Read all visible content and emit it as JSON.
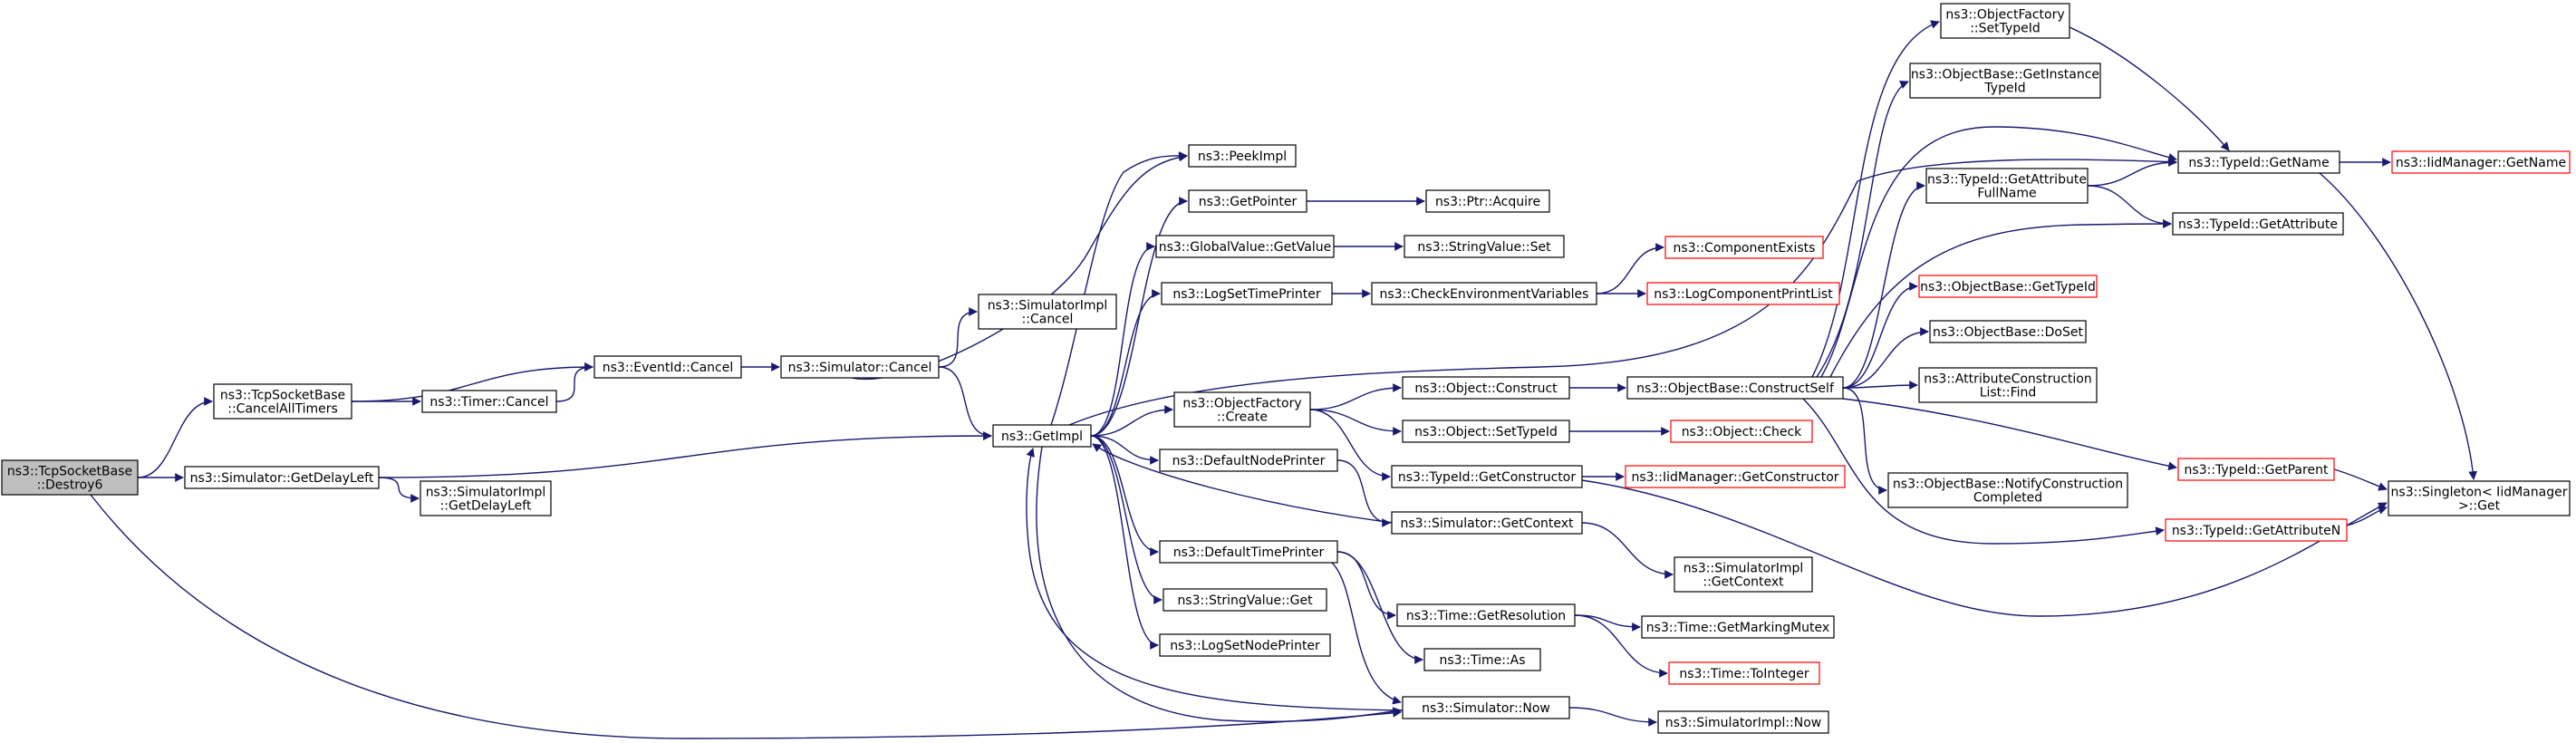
{
  "nodes": [
    {
      "id": "destroy6",
      "lines": [
        "ns3::TcpSocketBase",
        "::Destroy6"
      ],
      "style": "root"
    },
    {
      "id": "cancelalltimers",
      "lines": [
        "ns3::TcpSocketBase",
        "::CancelAllTimers"
      ],
      "style": "black"
    },
    {
      "id": "getdelayleft",
      "lines": [
        "ns3::Simulator::GetDelayLeft"
      ],
      "style": "black"
    },
    {
      "id": "eventidcancel",
      "lines": [
        "ns3::EventId::Cancel"
      ],
      "style": "black"
    },
    {
      "id": "timercancel",
      "lines": [
        "ns3::Timer::Cancel"
      ],
      "style": "black"
    },
    {
      "id": "simcancel",
      "lines": [
        "ns3::Simulator::Cancel"
      ],
      "style": "black"
    },
    {
      "id": "simimplcancel",
      "lines": [
        "ns3::SimulatorImpl",
        "::Cancel"
      ],
      "style": "black"
    },
    {
      "id": "getimpl",
      "lines": [
        "ns3::GetImpl"
      ],
      "style": "black"
    },
    {
      "id": "simimplgetdelayleft",
      "lines": [
        "ns3::SimulatorImpl",
        "::GetDelayLeft"
      ],
      "style": "black"
    },
    {
      "id": "peekimpl",
      "lines": [
        "ns3::PeekImpl"
      ],
      "style": "black"
    },
    {
      "id": "getpointer",
      "lines": [
        "ns3::GetPointer"
      ],
      "style": "black"
    },
    {
      "id": "globalvaluegetvalue",
      "lines": [
        "ns3::GlobalValue::GetValue"
      ],
      "style": "black"
    },
    {
      "id": "logsettimeprinter",
      "lines": [
        "ns3::LogSetTimePrinter"
      ],
      "style": "black"
    },
    {
      "id": "objectfactorycreate",
      "lines": [
        "ns3::ObjectFactory",
        "::Create"
      ],
      "style": "black"
    },
    {
      "id": "defaultnodeprinter",
      "lines": [
        "ns3::DefaultNodePrinter"
      ],
      "style": "black"
    },
    {
      "id": "defaulttimeprinter",
      "lines": [
        "ns3::DefaultTimePrinter"
      ],
      "style": "black"
    },
    {
      "id": "stringvalueget",
      "lines": [
        "ns3::StringValue::Get"
      ],
      "style": "black"
    },
    {
      "id": "logsetnodeprinter",
      "lines": [
        "ns3::LogSetNodePrinter"
      ],
      "style": "black"
    },
    {
      "id": "ptracquire",
      "lines": [
        "ns3::Ptr::Acquire"
      ],
      "style": "black"
    },
    {
      "id": "stringvalueset",
      "lines": [
        "ns3::StringValue::Set"
      ],
      "style": "black"
    },
    {
      "id": "checkenv",
      "lines": [
        "ns3::CheckEnvironmentVariables"
      ],
      "style": "black"
    },
    {
      "id": "objectconstruct",
      "lines": [
        "ns3::Object::Construct"
      ],
      "style": "black"
    },
    {
      "id": "objectsettypeid",
      "lines": [
        "ns3::Object::SetTypeId"
      ],
      "style": "black"
    },
    {
      "id": "typeidgetconstructor",
      "lines": [
        "ns3::TypeId::GetConstructor"
      ],
      "style": "black"
    },
    {
      "id": "simgetcontext",
      "lines": [
        "ns3::Simulator::GetContext"
      ],
      "style": "black"
    },
    {
      "id": "timegetresolution",
      "lines": [
        "ns3::Time::GetResolution"
      ],
      "style": "black"
    },
    {
      "id": "timeas",
      "lines": [
        "ns3::Time::As"
      ],
      "style": "black"
    },
    {
      "id": "simnow",
      "lines": [
        "ns3::Simulator::Now"
      ],
      "style": "black"
    },
    {
      "id": "componentexists",
      "lines": [
        "ns3::ComponentExists"
      ],
      "style": "red"
    },
    {
      "id": "logcomponentprintlist",
      "lines": [
        "ns3::LogComponentPrintList"
      ],
      "style": "red"
    },
    {
      "id": "objectbaseconstructself",
      "lines": [
        "ns3::ObjectBase::ConstructSelf"
      ],
      "style": "black"
    },
    {
      "id": "objectcheck",
      "lines": [
        "ns3::Object::Check"
      ],
      "style": "red"
    },
    {
      "id": "iidmanagergetconstructor",
      "lines": [
        "ns3::IidManager::GetConstructor"
      ],
      "style": "red"
    },
    {
      "id": "simimplgetcontext",
      "lines": [
        "ns3::SimulatorImpl",
        "::GetContext"
      ],
      "style": "black"
    },
    {
      "id": "timegetmarkingmutex",
      "lines": [
        "ns3::Time::GetMarkingMutex"
      ],
      "style": "black"
    },
    {
      "id": "timetointeger",
      "lines": [
        "ns3::Time::ToInteger"
      ],
      "style": "red"
    },
    {
      "id": "simimplnow",
      "lines": [
        "ns3::SimulatorImpl::Now"
      ],
      "style": "black"
    },
    {
      "id": "objectfactorysettypeid",
      "lines": [
        "ns3::ObjectFactory",
        "::SetTypeId"
      ],
      "style": "black"
    },
    {
      "id": "objectbasegetinstancetypeid",
      "lines": [
        "ns3::ObjectBase::GetInstance",
        "TypeId"
      ],
      "style": "black"
    },
    {
      "id": "typeidgetattributefullname",
      "lines": [
        "ns3::TypeId::GetAttribute",
        "FullName"
      ],
      "style": "black"
    },
    {
      "id": "objectbasegettypeid",
      "lines": [
        "ns3::ObjectBase::GetTypeId"
      ],
      "style": "red"
    },
    {
      "id": "objectbasedoset",
      "lines": [
        "ns3::ObjectBase::DoSet"
      ],
      "style": "black"
    },
    {
      "id": "attributeconstructionlistfind",
      "lines": [
        "ns3::AttributeConstruction",
        "List::Find"
      ],
      "style": "black"
    },
    {
      "id": "objectbasenotifyconstructioncompleted",
      "lines": [
        "ns3::ObjectBase::NotifyConstruction",
        "Completed"
      ],
      "style": "black"
    },
    {
      "id": "typeidgetname",
      "lines": [
        "ns3::TypeId::GetName"
      ],
      "style": "black"
    },
    {
      "id": "typeidgetattribute",
      "lines": [
        "ns3::TypeId::GetAttribute"
      ],
      "style": "black"
    },
    {
      "id": "typeidgetparent",
      "lines": [
        "ns3::TypeId::GetParent"
      ],
      "style": "red"
    },
    {
      "id": "typeidgetattributen",
      "lines": [
        "ns3::TypeId::GetAttributeN"
      ],
      "style": "red"
    },
    {
      "id": "iidmanagergetname",
      "lines": [
        "ns3::IidManager::GetName"
      ],
      "style": "red"
    },
    {
      "id": "singletonget",
      "lines": [
        "ns3::Singleton< IidManager",
        ">::Get"
      ],
      "style": "black"
    }
  ],
  "edges": [
    [
      "destroy6",
      "cancelalltimers"
    ],
    [
      "destroy6",
      "getdelayleft"
    ],
    [
      "destroy6",
      "simnow"
    ],
    [
      "cancelalltimers",
      "eventidcancel"
    ],
    [
      "cancelalltimers",
      "timercancel"
    ],
    [
      "timercancel",
      "eventidcancel"
    ],
    [
      "eventidcancel",
      "simcancel"
    ],
    [
      "simcancel",
      "simimplcancel"
    ],
    [
      "simcancel",
      "getimpl"
    ],
    [
      "simcancel",
      "peekimpl"
    ],
    [
      "getdelayleft",
      "getimpl"
    ],
    [
      "getdelayleft",
      "simimplgetdelayleft"
    ],
    [
      "getimpl",
      "peekimpl"
    ],
    [
      "getimpl",
      "getpointer"
    ],
    [
      "getimpl",
      "globalvaluegetvalue"
    ],
    [
      "getimpl",
      "logsettimeprinter"
    ],
    [
      "getimpl",
      "objectfactorycreate"
    ],
    [
      "getimpl",
      "defaultnodeprinter"
    ],
    [
      "getimpl",
      "defaulttimeprinter"
    ],
    [
      "getimpl",
      "stringvalueget"
    ],
    [
      "getimpl",
      "logsetnodeprinter"
    ],
    [
      "getimpl",
      "simnow"
    ],
    [
      "getimpl",
      "typeidgetname"
    ],
    [
      "getpointer",
      "ptracquire"
    ],
    [
      "globalvaluegetvalue",
      "stringvalueset"
    ],
    [
      "logsettimeprinter",
      "checkenv"
    ],
    [
      "checkenv",
      "componentexists"
    ],
    [
      "checkenv",
      "logcomponentprintlist"
    ],
    [
      "objectfactorycreate",
      "objectconstruct"
    ],
    [
      "objectfactorycreate",
      "objectsettypeid"
    ],
    [
      "objectfactorycreate",
      "typeidgetconstructor"
    ],
    [
      "defaultnodeprinter",
      "simgetcontext"
    ],
    [
      "simgetcontext",
      "getimpl"
    ],
    [
      "simgetcontext",
      "simimplgetcontext"
    ],
    [
      "defaulttimeprinter",
      "timegetresolution"
    ],
    [
      "defaulttimeprinter",
      "timeas"
    ],
    [
      "defaulttimeprinter",
      "simnow"
    ],
    [
      "timegetresolution",
      "timegetmarkingmutex"
    ],
    [
      "timegetresolution",
      "timetointeger"
    ],
    [
      "simnow",
      "getimpl"
    ],
    [
      "simnow",
      "simimplnow"
    ],
    [
      "objectconstruct",
      "objectbaseconstructself"
    ],
    [
      "objectsettypeid",
      "objectcheck"
    ],
    [
      "typeidgetconstructor",
      "iidmanagergetconstructor"
    ],
    [
      "typeidgetconstructor",
      "singletonget"
    ],
    [
      "objectbaseconstructself",
      "objectfactorysettypeid"
    ],
    [
      "objectbaseconstructself",
      "objectbasegetinstancetypeid"
    ],
    [
      "objectbaseconstructself",
      "typeidgetname"
    ],
    [
      "objectbaseconstructself",
      "typeidgetattributefullname"
    ],
    [
      "objectbaseconstructself",
      "typeidgetattribute"
    ],
    [
      "objectbaseconstructself",
      "objectbasegettypeid"
    ],
    [
      "objectbaseconstructself",
      "objectbasedoset"
    ],
    [
      "objectbaseconstructself",
      "attributeconstructionlistfind"
    ],
    [
      "objectbaseconstructself",
      "objectbasenotifyconstructioncompleted"
    ],
    [
      "objectbaseconstructself",
      "typeidgetparent"
    ],
    [
      "objectbaseconstructself",
      "typeidgetattributen"
    ],
    [
      "objectfactorysettypeid",
      "typeidgetname"
    ],
    [
      "typeidgetattributefullname",
      "typeidgetname"
    ],
    [
      "typeidgetattributefullname",
      "typeidgetattribute"
    ],
    [
      "typeidgetname",
      "iidmanagergetname"
    ],
    [
      "typeidgetname",
      "singletonget"
    ],
    [
      "typeidgetparent",
      "singletonget"
    ],
    [
      "typeidgetattributen",
      "singletonget"
    ]
  ],
  "colors": {
    "edge": "#191970",
    "node_border": "#000000",
    "missing_border": "#ff0000",
    "root_fill": "#bfbfbf"
  }
}
